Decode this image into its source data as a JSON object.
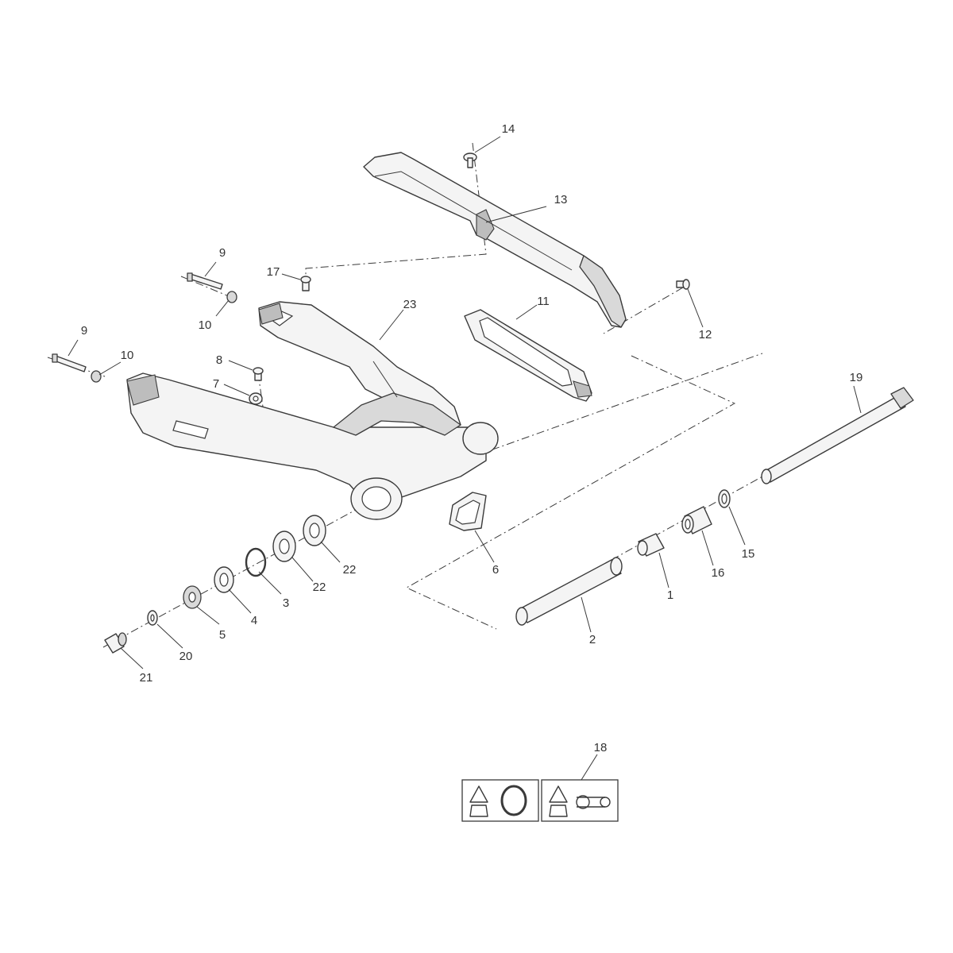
{
  "diagram": {
    "callouts": {
      "c1": "1",
      "c2": "2",
      "c3": "3",
      "c4": "4",
      "c5": "5",
      "c6": "6",
      "c7": "7",
      "c8": "8",
      "c9a": "9",
      "c9b": "9",
      "c10a": "10",
      "c10b": "10",
      "c11": "11",
      "c12": "12",
      "c13": "13",
      "c14": "14",
      "c15": "15",
      "c16": "16",
      "c17": "17",
      "c18": "18",
      "c19": "19",
      "c20": "20",
      "c21": "21",
      "c22a": "22",
      "c22b": "22",
      "c23": "23"
    },
    "icons": [
      "warning-triangle-icon",
      "chain-adjuster-icon",
      "chain-sprocket-icon"
    ],
    "colors": {
      "line": "#3a3a3a",
      "fill": "#f4f4f4",
      "shade": "#bdbdbd"
    }
  }
}
